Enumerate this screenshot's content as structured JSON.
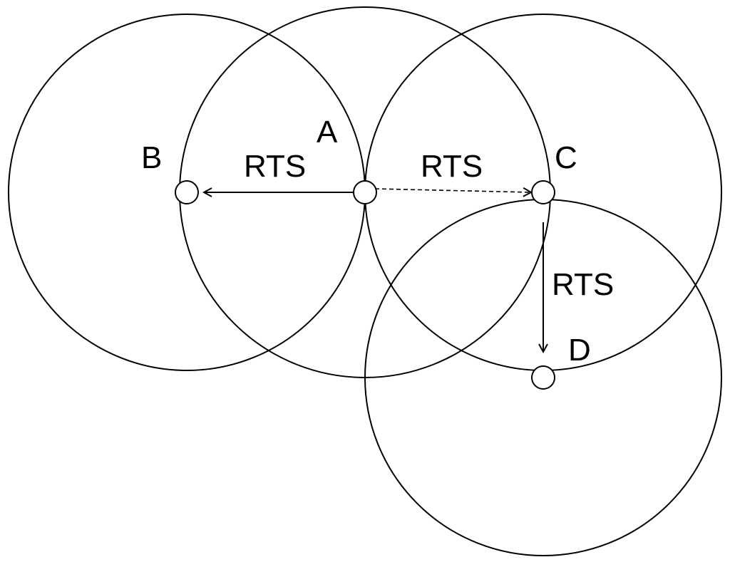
{
  "colors": {
    "stroke": "#000000",
    "background": "#ffffff"
  },
  "nodes": {
    "a": "A",
    "b": "B",
    "c": "C",
    "d": "D"
  },
  "messages": {
    "a_to_b": "RTS",
    "a_to_c": "RTS",
    "c_to_d": "RTS"
  }
}
